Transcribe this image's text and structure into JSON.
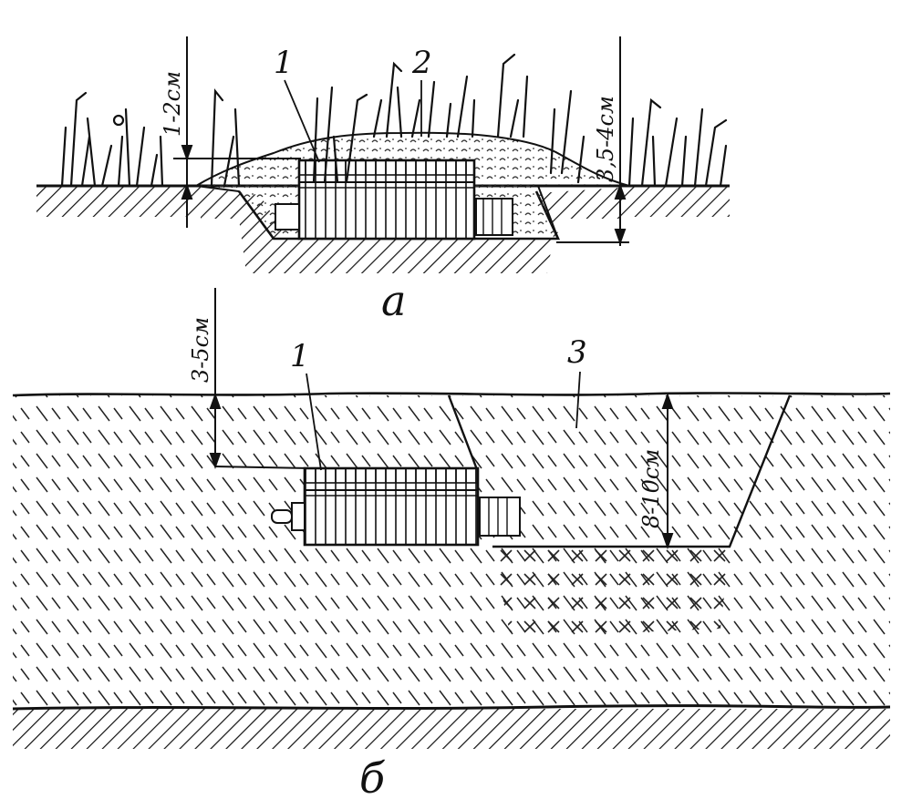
{
  "figure_a": {
    "caption": "а",
    "labels": {
      "mine": "1",
      "cover": "2"
    },
    "dims": {
      "left": "1-2см",
      "right": "3,5-4см"
    }
  },
  "figure_b": {
    "caption": "б",
    "labels": {
      "mine": "1",
      "cut": "3"
    },
    "dims": {
      "left": "3-5см",
      "right": "8-10см"
    }
  },
  "colors": {
    "ink": "#111111",
    "paper": "#ffffff"
  }
}
